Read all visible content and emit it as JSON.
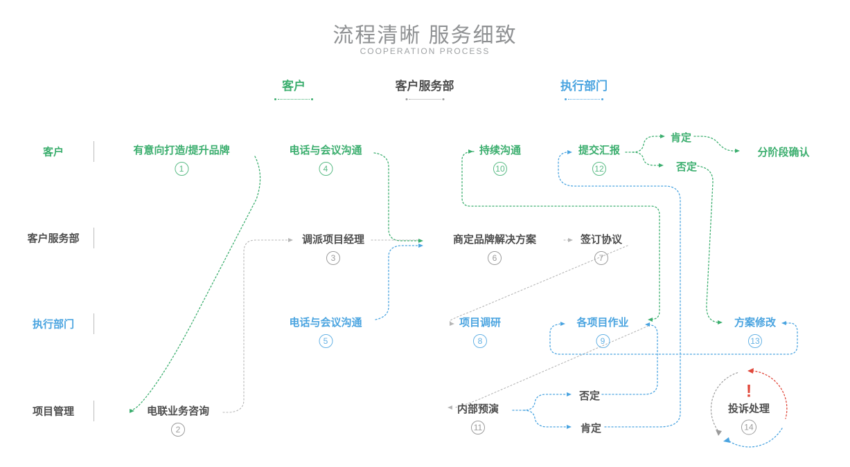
{
  "title": "流程清晰 服务细致",
  "subtitle": "COOPERATION PROCESS",
  "columns": [
    {
      "label": "客户"
    },
    {
      "label": "客户服务部"
    },
    {
      "label": "执行部门"
    }
  ],
  "rows": [
    {
      "label": "客户"
    },
    {
      "label": "客户服务部"
    },
    {
      "label": "执行部门"
    },
    {
      "label": "项目管理"
    }
  ],
  "nodes": [
    {
      "label": "有意向打造/提升品牌",
      "num": "1"
    },
    {
      "label": "电联业务咨询",
      "num": "2"
    },
    {
      "label": "调派项目经理",
      "num": "3"
    },
    {
      "label": "电话与会议沟通",
      "num": "4"
    },
    {
      "label": "电话与会议沟通",
      "num": "5"
    },
    {
      "label": "商定品牌解决方案",
      "num": "6"
    },
    {
      "label": "签订协议",
      "num": "7"
    },
    {
      "label": "项目调研",
      "num": "8"
    },
    {
      "label": "各项目作业",
      "num": "9"
    },
    {
      "label": "持续沟通",
      "num": "10"
    },
    {
      "label": "内部预演",
      "num": "11"
    },
    {
      "label": "提交汇报",
      "num": "12"
    },
    {
      "label": "方案修改",
      "num": "13"
    }
  ],
  "branches": {
    "report_yes": "肯定",
    "report_no": "否定",
    "stage_confirm": "分阶段确认",
    "rehearsal_no": "否定",
    "rehearsal_yes": "肯定"
  },
  "complaint": {
    "exclaim": "!",
    "label": "投诉处理",
    "num": "14"
  },
  "colors": {
    "green": "#3bae6e",
    "blue": "#4aa4e0",
    "dark": "#4d4d4d",
    "gray": "#9b9b9b",
    "lightgray": "#b5b5b5",
    "red": "#e0483b",
    "title": "#8f9193"
  }
}
